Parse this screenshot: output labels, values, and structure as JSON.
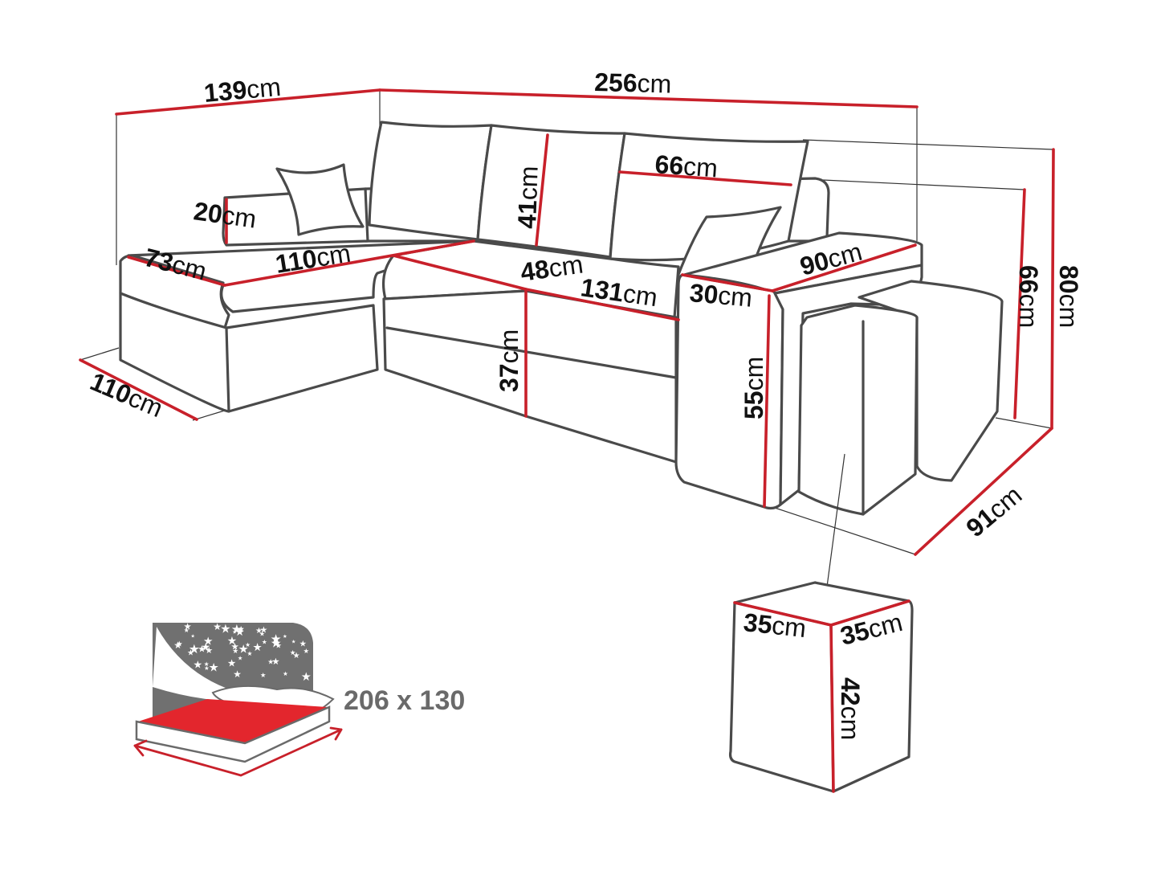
{
  "dimensions": {
    "chaise_length": {
      "value": "139",
      "unit": "cm"
    },
    "total_width": {
      "value": "256",
      "unit": "cm"
    },
    "armrest_height_left": {
      "value": "20",
      "unit": "cm"
    },
    "chaise_seat_width": {
      "value": "73",
      "unit": "cm"
    },
    "chaise_seat_depth": {
      "value": "110",
      "unit": "cm"
    },
    "chaise_base_depth": {
      "value": "110",
      "unit": "cm"
    },
    "back_cushion_height": {
      "value": "41",
      "unit": "cm"
    },
    "back_cushion_width": {
      "value": "66",
      "unit": "cm"
    },
    "seat_depth": {
      "value": "48",
      "unit": "cm"
    },
    "seat_width": {
      "value": "131",
      "unit": "cm"
    },
    "seat_height": {
      "value": "37",
      "unit": "cm"
    },
    "armrest_width": {
      "value": "30",
      "unit": "cm"
    },
    "armrest_depth": {
      "value": "90",
      "unit": "cm"
    },
    "armrest_height": {
      "value": "55",
      "unit": "cm"
    },
    "back_height": {
      "value": "66",
      "unit": "cm"
    },
    "total_height": {
      "value": "80",
      "unit": "cm"
    },
    "total_depth": {
      "value": "91",
      "unit": "cm"
    },
    "pouf_width": {
      "value": "35",
      "unit": "cm"
    },
    "pouf_depth": {
      "value": "35",
      "unit": "cm"
    },
    "pouf_height": {
      "value": "42",
      "unit": "cm"
    }
  },
  "sleeping_area": {
    "label": "206 x 130"
  },
  "colors": {
    "dimension_line": "#c8202a",
    "outline": "#4a4a4a",
    "bed_surface": "#e3262d",
    "night_panel": "#707070"
  }
}
